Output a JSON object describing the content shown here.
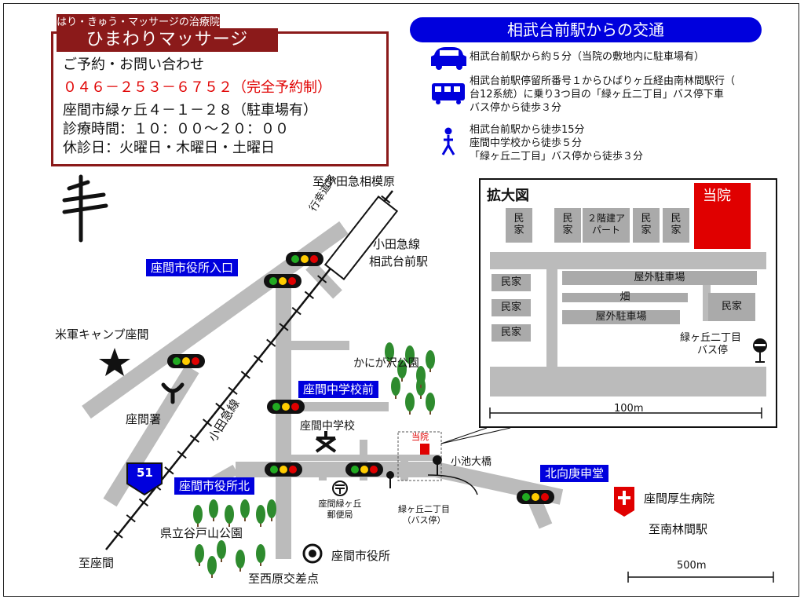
{
  "clinic": {
    "subtitle": "はり・きゅう・マッサージの治療院",
    "name": "ひまわりマッサージ",
    "reserve_label": "ご予約・お問い合わせ",
    "phone": "０４６－２５３－６７５２（完全予約制）",
    "address": "座間市緑ヶ丘４－１－２８（駐車場有）",
    "hours": "診療時間：１０：００～２０：００",
    "closed": "休診日：火曜日・木曜日・土曜日"
  },
  "access": {
    "title": "相武台前駅からの交通",
    "car": "相武台前駅から約５分（当院の敷地内に駐車場有）",
    "bus_1": "相武台前駅停留所番号１からひばりヶ丘経由南林間駅行（",
    "bus_2": "台12系統）に乗り3つ目の「緑ヶ丘二丁目」バス停下車",
    "bus_3": "バス停から徒歩３分",
    "walk_1": "相武台前駅から徒歩15分",
    "walk_2": "座間中学校から徒歩５分",
    "walk_3": "「緑ヶ丘二丁目」バス停から徒歩３分"
  },
  "map": {
    "north_symbol": "キ",
    "to_odakyu_sagamihara": "至小田急相模原",
    "gyokoudouro": "行幸道路",
    "odakyu_line_station_1": "小田急線",
    "odakyu_line_station_2": "相武台前駅",
    "city_hall_entrance": "座間市役所入口",
    "us_army_camp": "米軍キャンプ座間",
    "police": "座間署",
    "odakyu_line_vertical": "小田急線",
    "kanigasawa_park": "かにが沢公園",
    "zama_jhs_front": "座間中学校前",
    "zama_jhs": "座間中学校",
    "clinic_mark": "当院",
    "koike_bridge": "小池大橋",
    "route_number": "51",
    "city_hall_north": "座間市役所北",
    "post_office_1": "座間緑ヶ丘",
    "post_office_2": "郵便局",
    "bus_stop_1": "緑ヶ丘二丁目",
    "bus_stop_2": "（バス停）",
    "kitamuki_koshindo": "北向庚申堂",
    "zama_kosei_hospital": "座間厚生病院",
    "to_minamirinkan": "至南林間駅",
    "prefectural_park": "県立谷戸山公園",
    "city_hall": "座間市役所",
    "to_zama": "至座間",
    "to_nishihara": "至西原交差点",
    "scale": "500m"
  },
  "inset": {
    "title": "拡大図",
    "clinic_label": "当院",
    "house": "民家",
    "apartment": "２階建アパート",
    "outdoor_parking": "屋外駐車場",
    "field": "畑",
    "bus_stop_1": "緑ヶ丘二丁目",
    "bus_stop_2": "バス停",
    "scale": "100m"
  },
  "colors": {
    "accent_blue": "#0000dd",
    "clinic_red": "#e00000",
    "box_maroon": "#8b1a1a",
    "road_gray": "#bbbbbb"
  }
}
